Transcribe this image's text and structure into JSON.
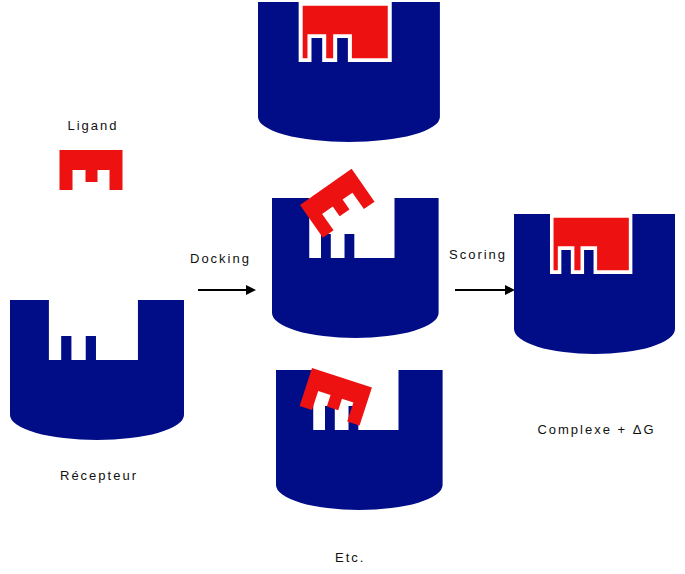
{
  "diagram": {
    "nodes": [
      {
        "text": [
          "Ligand"
        ]
      },
      {
        "text": [
          "Récepteur"
        ]
      },
      {
        "text": [
          "Complexe + ΔG"
        ]
      }
    ],
    "labels": [
      "Docking",
      "Scoring",
      "Etc."
    ]
  }
}
